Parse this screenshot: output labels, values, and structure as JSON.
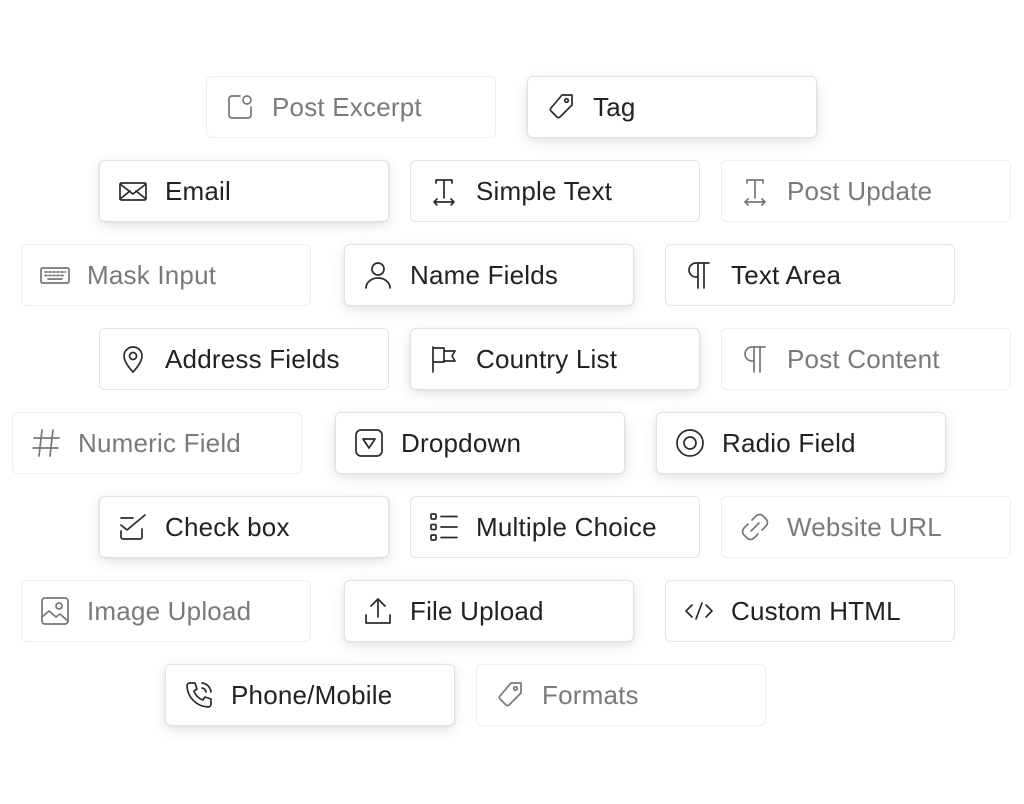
{
  "fields": {
    "post_excerpt": {
      "label": "Post Excerpt",
      "icon": "post-excerpt-icon",
      "state": "faded"
    },
    "tag": {
      "label": "Tag",
      "icon": "tag-icon",
      "state": "active"
    },
    "email": {
      "label": "Email",
      "icon": "envelope-icon",
      "state": "active"
    },
    "simple_text": {
      "label": "Simple Text",
      "icon": "text-cursor-icon",
      "state": "normal"
    },
    "post_update": {
      "label": "Post Update",
      "icon": "text-cursor-icon",
      "state": "faded"
    },
    "mask_input": {
      "label": "Mask Input",
      "icon": "keyboard-icon",
      "state": "faded"
    },
    "name_fields": {
      "label": "Name Fields",
      "icon": "user-icon",
      "state": "active"
    },
    "text_area": {
      "label": "Text Area",
      "icon": "paragraph-icon",
      "state": "normal"
    },
    "address_fields": {
      "label": "Address Fields",
      "icon": "map-pin-icon",
      "state": "normal"
    },
    "country_list": {
      "label": "Country List",
      "icon": "flag-icon",
      "state": "active"
    },
    "post_content": {
      "label": "Post Content",
      "icon": "paragraph-icon",
      "state": "faded"
    },
    "numeric_field": {
      "label": "Numeric Field",
      "icon": "hash-icon",
      "state": "faded"
    },
    "dropdown": {
      "label": "Dropdown",
      "icon": "dropdown-icon",
      "state": "active"
    },
    "radio_field": {
      "label": "Radio Field",
      "icon": "radio-icon",
      "state": "active"
    },
    "check_box": {
      "label": "Check box",
      "icon": "checkbox-icon",
      "state": "active"
    },
    "multiple_choice": {
      "label": "Multiple Choice",
      "icon": "list-icon",
      "state": "normal"
    },
    "website_url": {
      "label": "Website URL",
      "icon": "link-icon",
      "state": "faded"
    },
    "image_upload": {
      "label": "Image Upload",
      "icon": "image-icon",
      "state": "faded"
    },
    "file_upload": {
      "label": "File Upload",
      "icon": "upload-icon",
      "state": "active"
    },
    "custom_html": {
      "label": "Custom HTML",
      "icon": "code-icon",
      "state": "normal"
    },
    "phone_mobile": {
      "label": "Phone/Mobile",
      "icon": "phone-icon",
      "state": "active"
    },
    "formats": {
      "label": "Formats",
      "icon": "tag-icon",
      "state": "faded"
    }
  }
}
